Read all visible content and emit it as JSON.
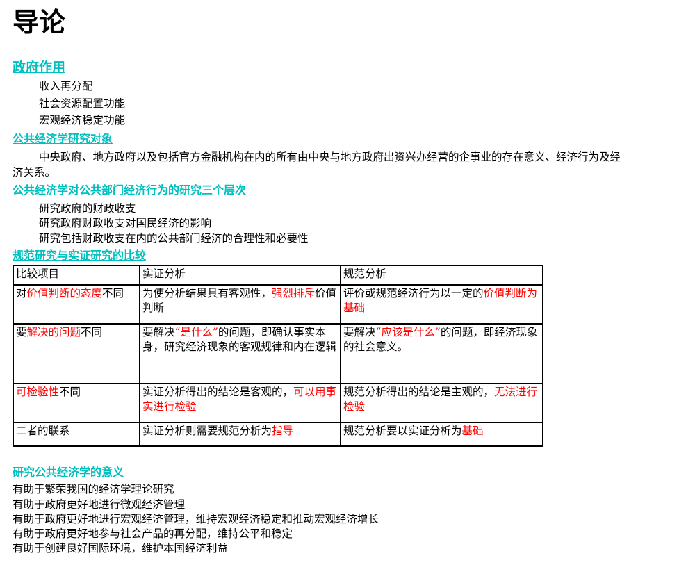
{
  "title": "导论",
  "section1": {
    "heading": "政府作用",
    "items": [
      "收入再分配",
      "社会资源配置功能",
      "宏观经济稳定功能"
    ]
  },
  "section2": {
    "heading": "公共经济学研究对象",
    "paragraph": "中央政府、地方政府以及包括官方金融机构在内的所有由中央与地方政府出资兴办经营的企事业的存在意义、经济行为及经济关系。"
  },
  "section3": {
    "heading": "公共经济学对公共部门经济行为的研究三个层次",
    "items": [
      "研究政府的财政收支",
      "研究政府财政收支对国民经济的影响",
      "研究包括财政收支在内的公共部门经济的合理性和必要性"
    ]
  },
  "section4": {
    "heading": "规范研究与实证研究的比较",
    "table": {
      "headers": [
        "比较项目",
        "实证分析",
        "规范分析"
      ],
      "rows": [
        {
          "c1": {
            "pre": "对",
            "red": "价值判断的态度",
            "post": "不同"
          },
          "c2": {
            "pre": "为使分析结果具有客观性，",
            "red": "强烈排斥",
            "post": "价值判断"
          },
          "c3": {
            "pre": "评价或规范经济行为以一定的",
            "red": "价值判断为基础",
            "post": ""
          }
        },
        {
          "c1": {
            "pre": "要",
            "red": "解决的问题",
            "post": "不同"
          },
          "c2": {
            "pre": "要解决",
            "red": "“是什么”",
            "post": "的问题，即确认事实本身，研究经济现象的客观规律和内在逻辑"
          },
          "c3": {
            "pre": "要解决",
            "red": "“应该是什么”",
            "post": "的问题，即经济现象的社会意义。"
          }
        },
        {
          "c1": {
            "pre": "",
            "red": "可检验性",
            "post": "不同"
          },
          "c2": {
            "pre": "实证分析得出的结论是客观的，",
            "red": "可以用事实进行检验",
            "post": ""
          },
          "c3": {
            "pre": "规范分析得出的结论是主观的，",
            "red": "无法进行检验",
            "post": ""
          }
        },
        {
          "c1": {
            "pre": "二者的联系",
            "red": "",
            "post": ""
          },
          "c2": {
            "pre": "实证分析则需要规范分析为",
            "red": "指导",
            "post": ""
          },
          "c3": {
            "pre": "规范分析要以实证分析为",
            "red": "基础",
            "post": ""
          }
        }
      ]
    }
  },
  "section5": {
    "heading": "研究公共经济学的意义",
    "items": [
      "有助于繁荣我国的经济学理论研究",
      "有助于政府更好地进行微观经济管理",
      "有助于政府更好地进行宏观经济管理，维持宏观经济稳定和推动宏观经济增长",
      "有助于政府更好地参与社会产品的再分配，维持公平和稳定",
      "有助于创建良好国际环境，维护本国经济利益"
    ]
  },
  "colors": {
    "heading": "#00bfbf",
    "emphasis": "#ff0000",
    "text": "#000000"
  }
}
